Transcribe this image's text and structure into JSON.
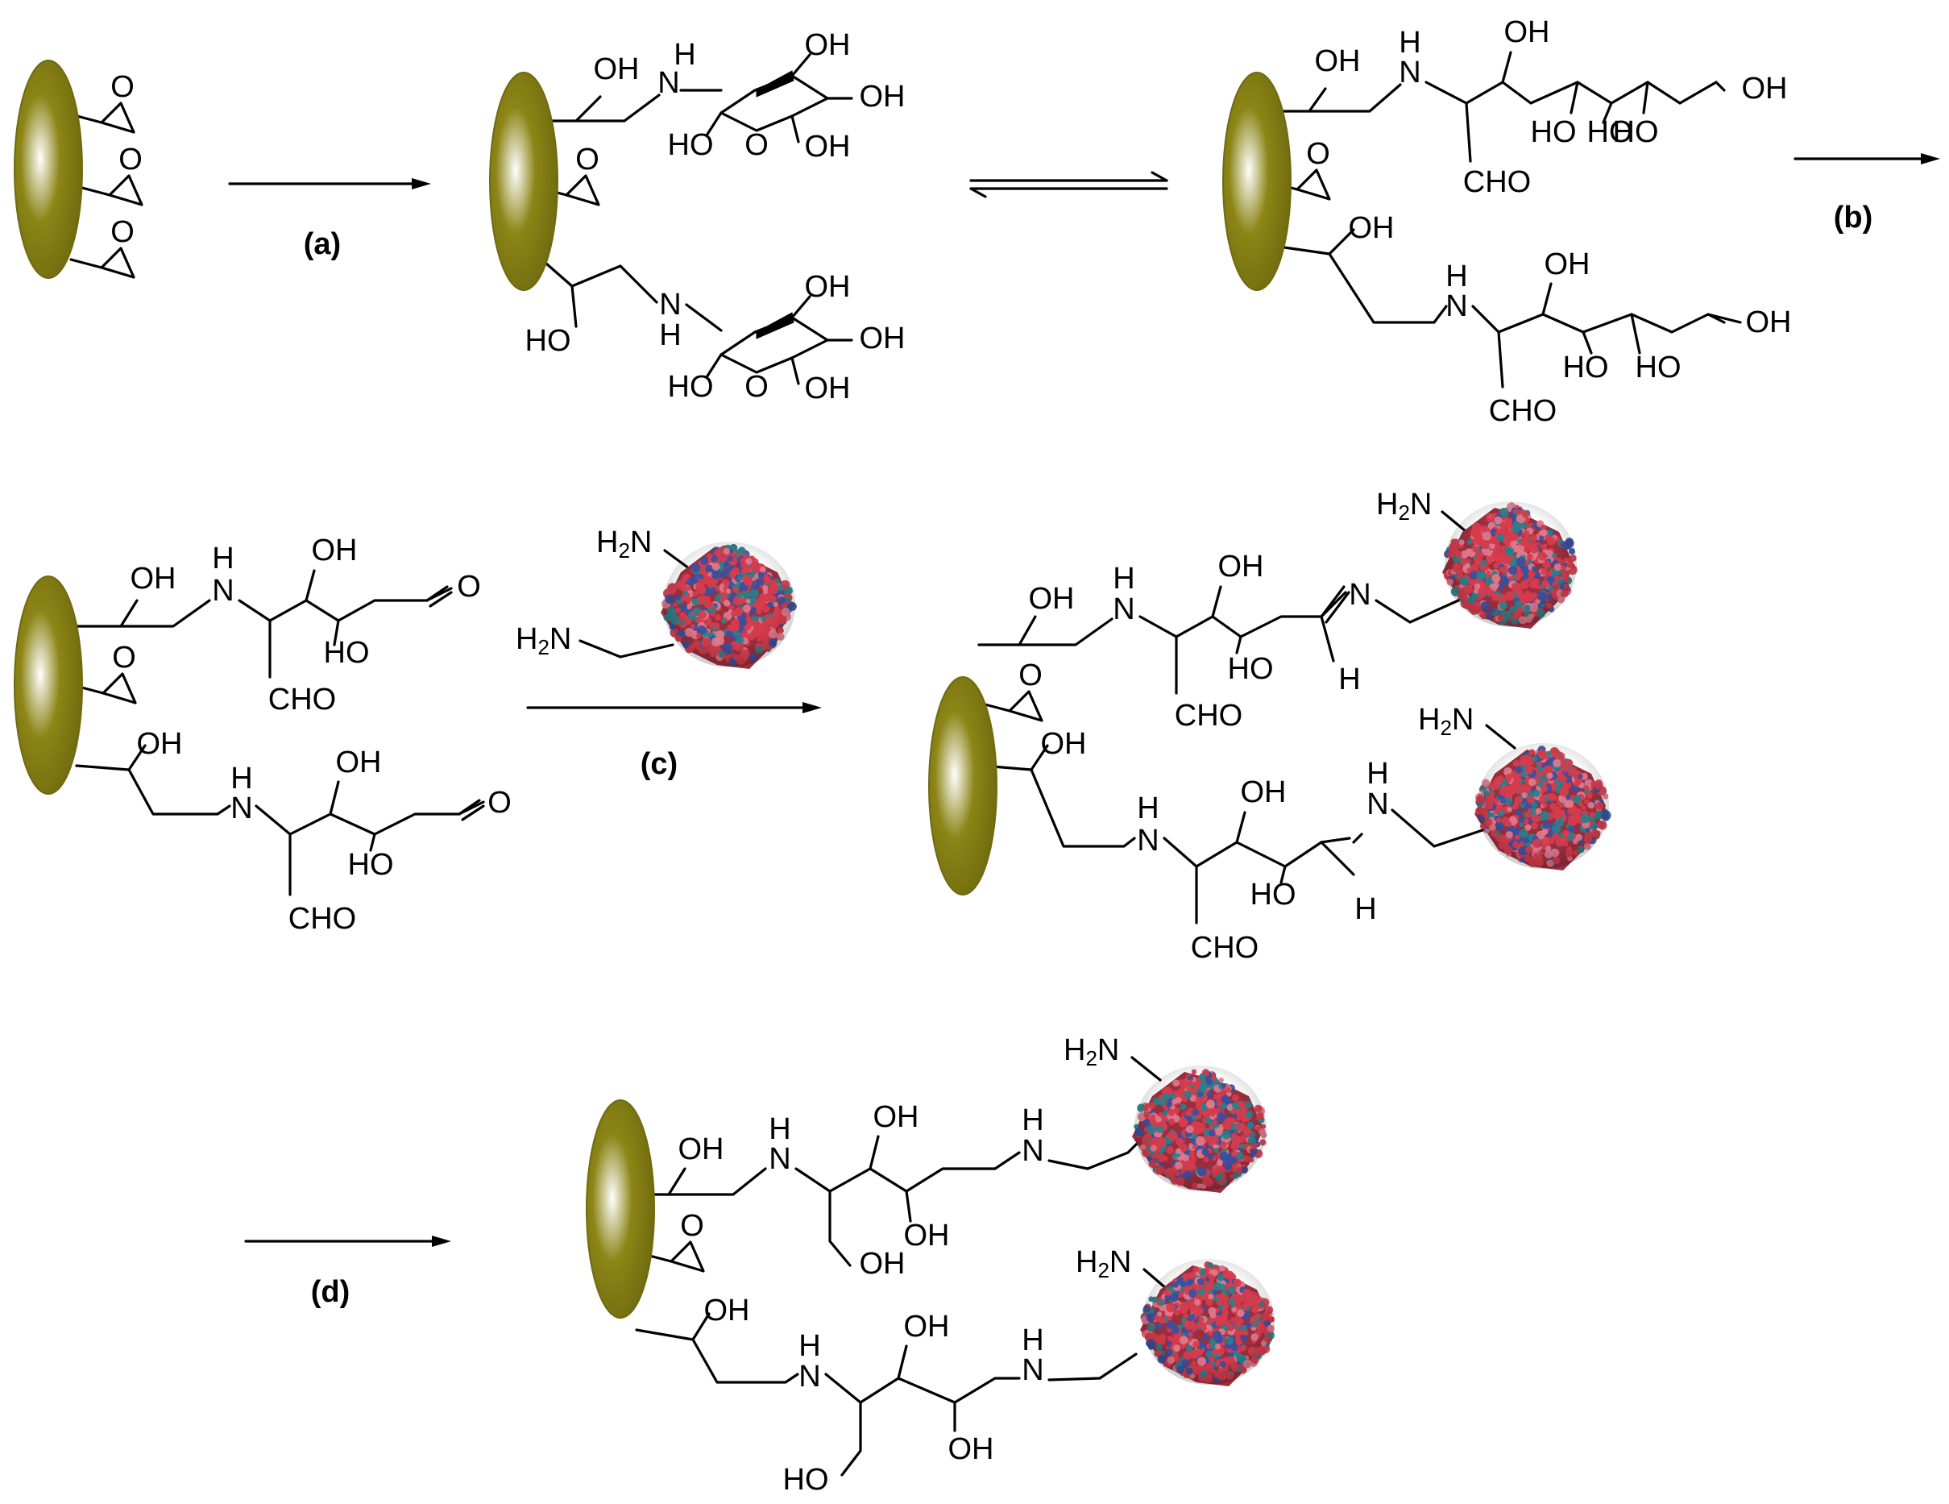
{
  "steps": {
    "a": "(a)",
    "b": "(b)",
    "c": "(c)",
    "d": "(d)"
  },
  "atoms": {
    "O": "O",
    "OH": "OH",
    "HO": "HO",
    "N": "N",
    "H": "H",
    "CHO": "CHO",
    "H2N": "H",
    "H2N_sub": "2",
    "H2N_tail": "N"
  },
  "colors": {
    "bead": "#8c8516",
    "bead_highlight": "#ffffff",
    "enzyme_red": "#d63c4c",
    "enzyme_teal": "#2b7f8a",
    "enzyme_blue": "#3a4fa0",
    "enzyme_pink": "#e07a8c"
  },
  "icons": [
    "support-bead",
    "epoxide-group",
    "enzyme-protein"
  ]
}
